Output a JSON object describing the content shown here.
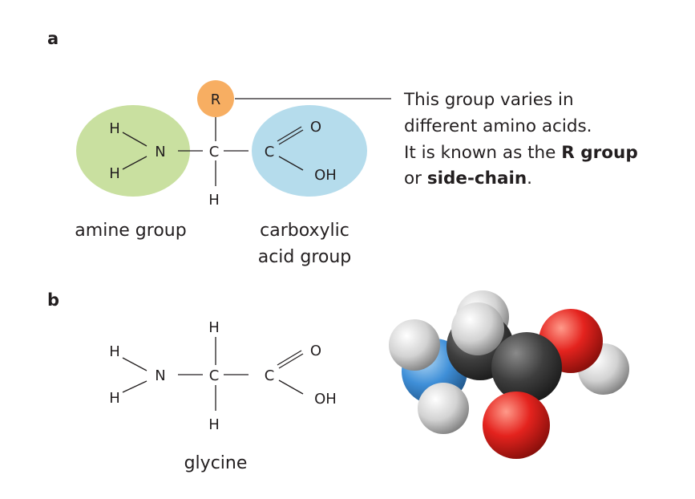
{
  "panel_a": {
    "label": "a",
    "atoms": {
      "r": "R",
      "h_top": "H",
      "h_bottom": "H",
      "n": "N",
      "c_alpha": "C",
      "h_alpha": "H",
      "c_carboxyl": "C",
      "o": "O",
      "oh": "OH"
    },
    "amine_label": "amine group",
    "carboxylic_label_line1": "carboxylic",
    "carboxylic_label_line2": "acid group",
    "note": {
      "line1": "This group varies in",
      "line2": "different amino acids.",
      "line3_prefix": "It is known as the ",
      "line3_bold": "R group",
      "line4_prefix": "or ",
      "line4_bold": "side-chain",
      "line4_suffix": "."
    },
    "colors": {
      "amine": "#c9e0a0",
      "carboxylic": "#b5dcec",
      "r_group": "#f7ae62"
    }
  },
  "panel_b": {
    "label": "b",
    "atoms": {
      "h_alpha_top": "H",
      "h_top": "H",
      "h_bottom": "H",
      "n": "N",
      "c_alpha": "C",
      "h_alpha_bottom": "H",
      "c_carboxyl": "C",
      "o": "O",
      "oh": "OH"
    },
    "molecule_name": "glycine",
    "model_colors": {
      "hydrogen": "#e6e6e6",
      "carbon": "#454545",
      "nitrogen": "#3f8fd8",
      "oxygen": "#e02020"
    }
  }
}
